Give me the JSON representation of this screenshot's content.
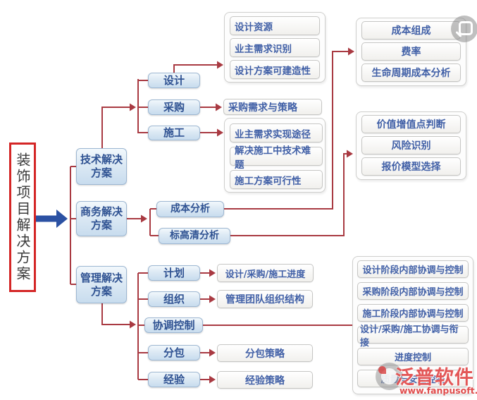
{
  "diagram": {
    "root": {
      "label": "装饰项目解决方案"
    },
    "branches": [
      {
        "label": "技术解决方案",
        "children": [
          {
            "label": "设计",
            "targets": [
              "设计资源",
              "业主需求识别",
              "设计方案可建造性"
            ]
          },
          {
            "label": "采购",
            "targets": [
              "采购需求与策略"
            ]
          },
          {
            "label": "施工",
            "targets": [
              "业主需求实现途径",
              "解决施工中技术难题",
              "施工方案可行性"
            ]
          }
        ]
      },
      {
        "label": "商务解决方案",
        "children": [
          {
            "label": "成本分析",
            "targets": [
              "成本组成",
              "费率",
              "生命周期成本分析"
            ]
          },
          {
            "label": "标高清分析",
            "targets": [
              "价值增值点判断",
              "风险识别",
              "报价模型选择"
            ]
          }
        ]
      },
      {
        "label": "管理解决方案",
        "children": [
          {
            "label": "计划",
            "targets": [
              "设计/采购/施工进度"
            ]
          },
          {
            "label": "组织",
            "targets": [
              "管理团队组织结构"
            ]
          },
          {
            "label": "协调控制",
            "targets": [
              "设计阶段内部协调与控制",
              "采购阶段内部协调与控制",
              "施工阶段内部协调与控制",
              "设计/采购/施工协调与衔接",
              "进度控制",
              "质量与安全控制"
            ]
          },
          {
            "label": "分包",
            "targets": [
              "分包策略"
            ]
          },
          {
            "label": "经验",
            "targets": [
              "经验策略"
            ]
          }
        ]
      }
    ]
  },
  "watermark": {
    "brand": "泛普软件",
    "url": "www.fanpusoft.com"
  },
  "overlay": {
    "magnifier_icon": "magnifier"
  },
  "colors": {
    "connector_red": "#a93a42",
    "root_border_red": "#d42626",
    "arrow_blue": "#2b51a3",
    "node_text_blue": "#2f5292",
    "item_text_blue": "#4160a7",
    "watermark_red": "#de3a3a"
  }
}
